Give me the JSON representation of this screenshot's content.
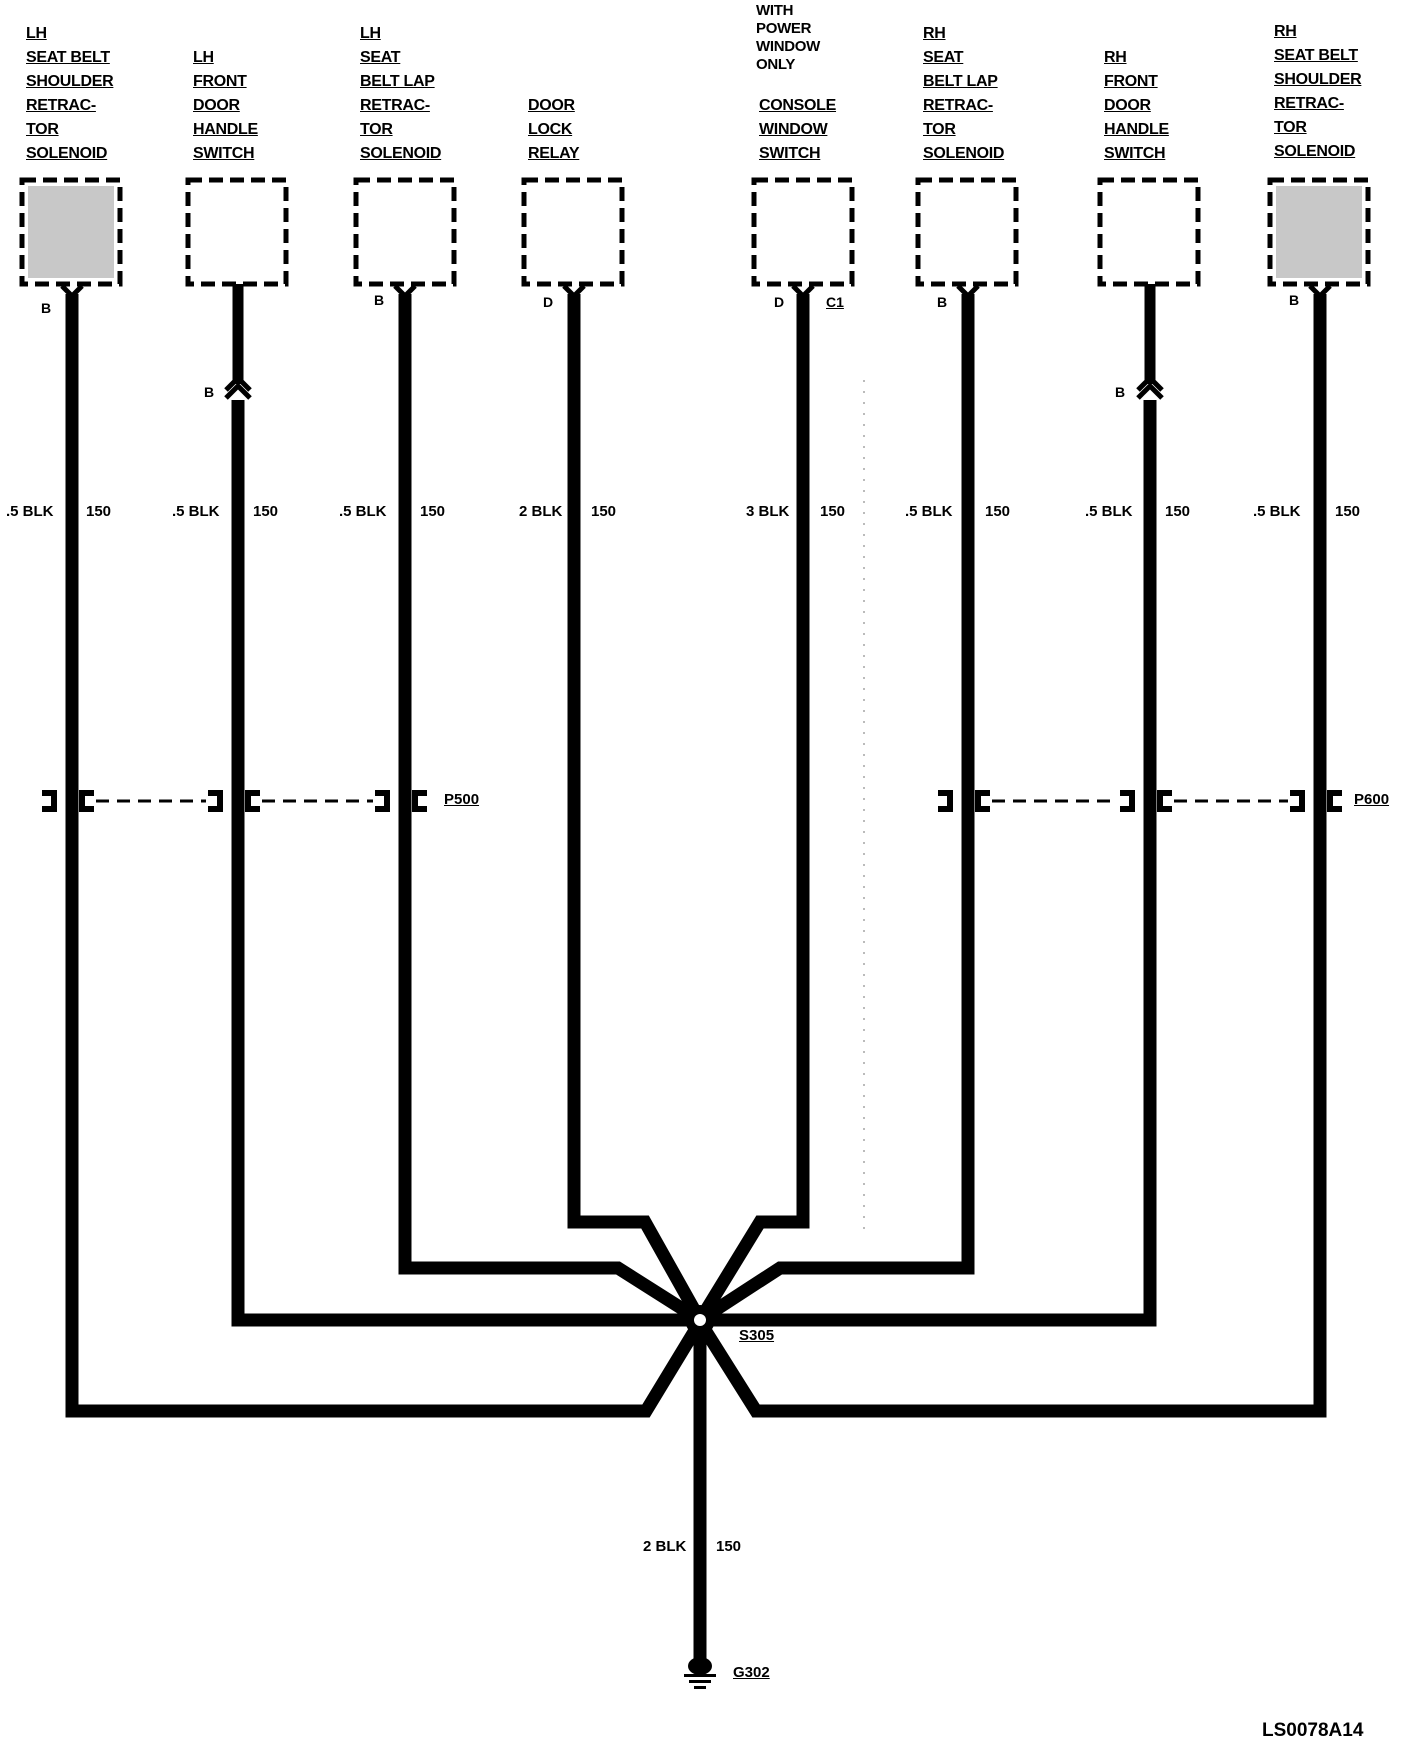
{
  "components": [
    {
      "lines": [
        "LH",
        "SEAT BELT",
        "SHOULDER",
        "RETRAC-",
        "TOR",
        "SOLENOID"
      ],
      "pin": "B",
      "size": ".5 BLK",
      "circuit": "150"
    },
    {
      "lines": [
        "LH",
        "FRONT",
        "DOOR",
        "HANDLE",
        "SWITCH"
      ],
      "pin": "B",
      "size": ".5 BLK",
      "circuit": "150"
    },
    {
      "lines": [
        "LH",
        "SEAT",
        "BELT LAP",
        "RETRAC-",
        "TOR",
        "SOLENOID"
      ],
      "pin": "B",
      "size": ".5 BLK",
      "circuit": "150"
    },
    {
      "lines": [
        "DOOR",
        "LOCK",
        "RELAY"
      ],
      "pin": "D",
      "size": "2 BLK",
      "circuit": "150"
    },
    {
      "note": [
        "WITH",
        "POWER",
        "WINDOW",
        "ONLY"
      ],
      "lines": [
        "CONSOLE",
        "WINDOW",
        "SWITCH"
      ],
      "pin": "D",
      "connector": "C1",
      "size": "3 BLK",
      "circuit": "150"
    },
    {
      "lines": [
        "RH",
        "SEAT",
        "BELT LAP",
        "RETRAC-",
        "TOR",
        "SOLENOID"
      ],
      "pin": "B",
      "size": ".5 BLK",
      "circuit": "150"
    },
    {
      "lines": [
        "RH",
        "FRONT",
        "DOOR",
        "HANDLE",
        "SWITCH"
      ],
      "pin": "B",
      "size": ".5 BLK",
      "circuit": "150"
    },
    {
      "lines": [
        "RH",
        "SEAT BELT",
        "SHOULDER",
        "RETRAC-",
        "TOR",
        "SOLENOID"
      ],
      "pin": "B",
      "size": ".5 BLK",
      "circuit": "150"
    }
  ],
  "inline_connector_pins": [
    "B",
    "B"
  ],
  "passthroughs": {
    "left": "P500",
    "right": "P600"
  },
  "splice": "S305",
  "ground": {
    "wire_size": "2 BLK",
    "circuit": "150",
    "label": "G302"
  },
  "figure_id": "LS0078A14"
}
